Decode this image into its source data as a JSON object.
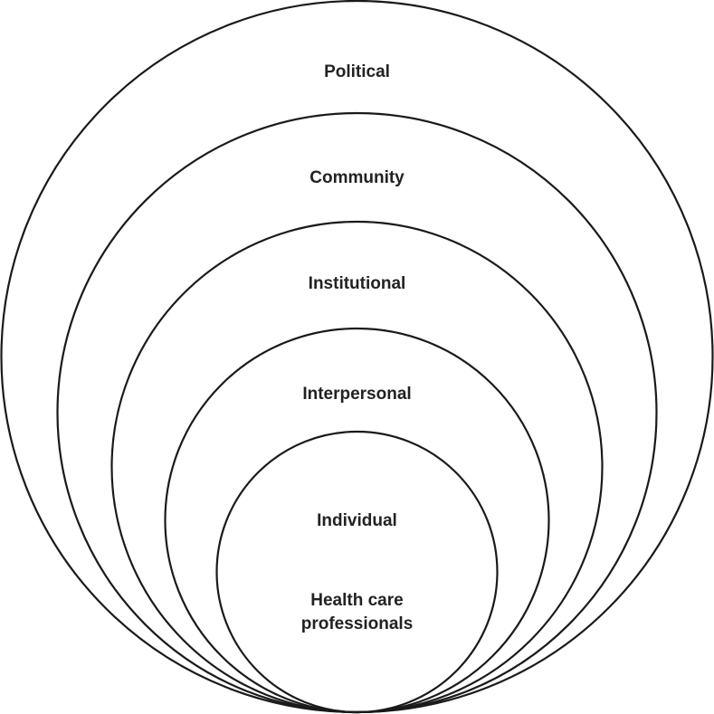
{
  "diagram": {
    "levels": [
      {
        "label": "Political"
      },
      {
        "label": "Community"
      },
      {
        "label": "Institutional"
      },
      {
        "label": "Interpersonal"
      },
      {
        "label": "Individual"
      }
    ],
    "core": {
      "line1": "Health care",
      "line2": "professionals"
    }
  }
}
